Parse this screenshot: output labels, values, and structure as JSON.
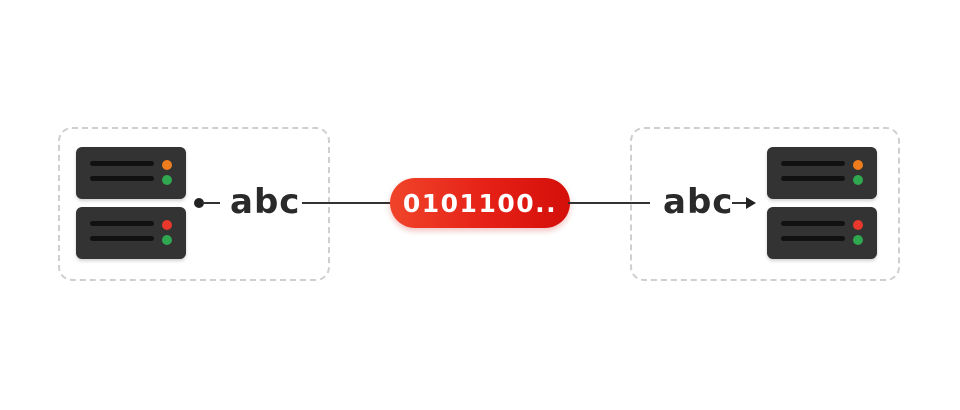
{
  "diagram": {
    "sender": {
      "label": "abc",
      "servers": [
        {
          "top_led": "orange",
          "bottom_led": "green"
        },
        {
          "top_led": "red",
          "bottom_led": "green"
        }
      ]
    },
    "encoded": {
      "text": "0101100.."
    },
    "receiver": {
      "label": "abc",
      "servers": [
        {
          "top_led": "orange",
          "bottom_led": "green"
        },
        {
          "top_led": "red",
          "bottom_led": "green"
        }
      ]
    },
    "colors": {
      "orange": "#f07d1d",
      "green": "#2fa84f",
      "red": "#e8382b",
      "server_body": "#333333",
      "pill_start": "#f0442a",
      "pill_end": "#d40f0a",
      "dashed_border": "#cfcfcf"
    },
    "icons": {
      "left_connector": "dot-icon",
      "right_connector": "arrow-right-icon",
      "server": "server-rack-icon"
    }
  }
}
